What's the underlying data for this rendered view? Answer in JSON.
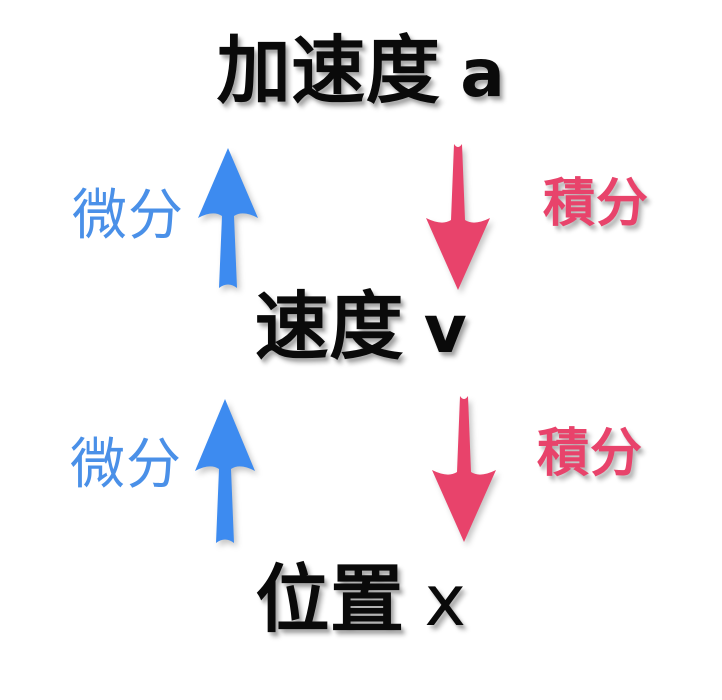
{
  "diagram": {
    "title_concept": "kinematics relations between position, velocity and acceleration",
    "background_color": "#ffffff",
    "colors": {
      "node_text": "#0a0a0a",
      "node_outline": "#ffffff",
      "differentiate": "#4a90e8",
      "integrate": "#e8436b"
    },
    "nodes": [
      {
        "id": "acceleration",
        "kanji": "加速度",
        "symbol": "a"
      },
      {
        "id": "velocity",
        "kanji": "速度",
        "symbol": "v"
      },
      {
        "id": "position",
        "kanji": "位置",
        "symbol": "x"
      }
    ],
    "edges": [
      {
        "id": "diff-top",
        "label": "微分",
        "direction": "up",
        "from": "velocity",
        "to": "acceleration",
        "color": "#4a90e8"
      },
      {
        "id": "integ-top",
        "label": "積分",
        "direction": "down",
        "from": "acceleration",
        "to": "velocity",
        "color": "#e8436b"
      },
      {
        "id": "diff-bottom",
        "label": "微分",
        "direction": "up",
        "from": "position",
        "to": "velocity",
        "color": "#4a90e8"
      },
      {
        "id": "integ-bottom",
        "label": "積分",
        "direction": "down",
        "from": "velocity",
        "to": "position",
        "color": "#e8436b"
      }
    ]
  }
}
